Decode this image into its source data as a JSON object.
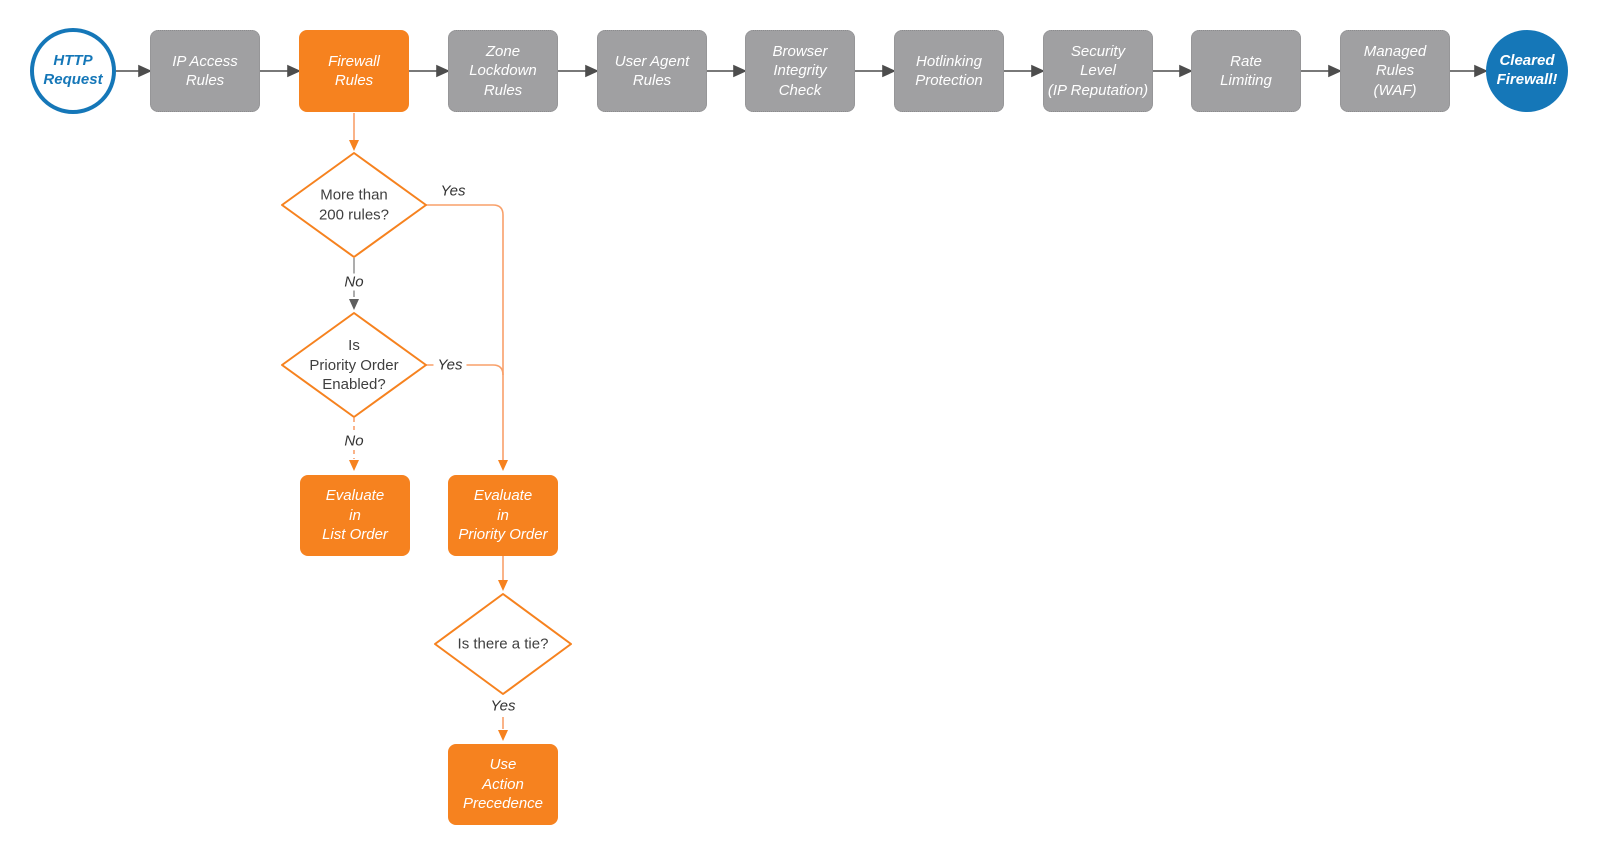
{
  "diagram": {
    "title_hint": "HTTP request firewall evaluation flowchart",
    "colors": {
      "accent_orange": "#F6821F",
      "connector_orange_light": "#F8A06A",
      "node_gray": "#A0A0A2",
      "arrow_dark_gray": "#4D4D4D",
      "brand_blue": "#1577B8",
      "diamond_text": "#3F3F3F"
    },
    "start": {
      "label": "HTTP\nRequest"
    },
    "end": {
      "label": "Cleared\nFirewall!"
    },
    "stages": [
      {
        "label": "IP Access\nRules",
        "highlight": false
      },
      {
        "label": "Firewall\nRules",
        "highlight": true
      },
      {
        "label": "Zone\nLockdown\nRules",
        "highlight": false
      },
      {
        "label": "User Agent\nRules",
        "highlight": false
      },
      {
        "label": "Browser\nIntegrity\nCheck",
        "highlight": false
      },
      {
        "label": "Hotlinking\nProtection",
        "highlight": false
      },
      {
        "label": "Security\nLevel\n(IP Reputation)",
        "highlight": false
      },
      {
        "label": "Rate\nLimiting",
        "highlight": false
      },
      {
        "label": "Managed\nRules\n(WAF)",
        "highlight": false
      }
    ],
    "decisions": [
      {
        "label": "More than\n200 rules?",
        "yes_label": "Yes",
        "no_label": "No"
      },
      {
        "label": "Is\nPriority Order\nEnabled?",
        "yes_label": "Yes",
        "no_label": "No"
      },
      {
        "label": "Is there a tie?",
        "yes_label": "Yes"
      }
    ],
    "actions": [
      {
        "label": "Evaluate\nin\nList Order"
      },
      {
        "label": "Evaluate\nin\nPriority Order"
      },
      {
        "label": "Use\nAction\nPrecedence"
      }
    ]
  }
}
